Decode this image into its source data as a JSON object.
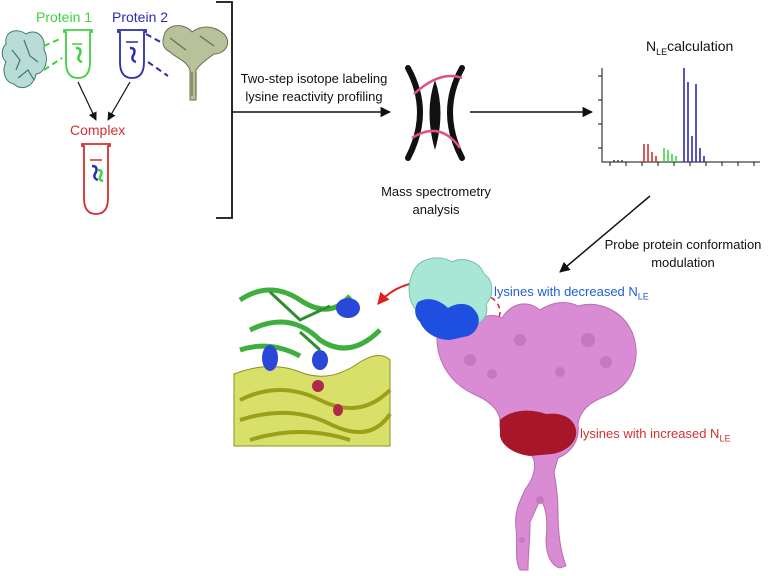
{
  "protein1_label": "Protein 1",
  "protein2_label": "Protein 2",
  "complex_label": "Complex",
  "step_line1": "Two-step isotope labeling",
  "step_line2": "lysine reactivity profiling",
  "ms_line1": "Mass spectrometry",
  "ms_line2": "analysis",
  "nle_calc": {
    "N": "N",
    "sub": "LE",
    "rest": "calculation"
  },
  "probe_line1": "Probe protein conformation",
  "probe_line2": "modulation",
  "decreased": {
    "text": "lysines with decreased N",
    "sub": "LE"
  },
  "increased": {
    "text": "lysines with increased N",
    "sub": "LE"
  },
  "colors": {
    "protein1": "#3fd23f",
    "protein2": "#2b2bb3",
    "complex": "#d23030",
    "surface_pink": "#d98bd3",
    "surface_teal": "#a8e6d6",
    "lys_blue": "#1f4fe0",
    "lys_red": "#a8162a"
  }
}
